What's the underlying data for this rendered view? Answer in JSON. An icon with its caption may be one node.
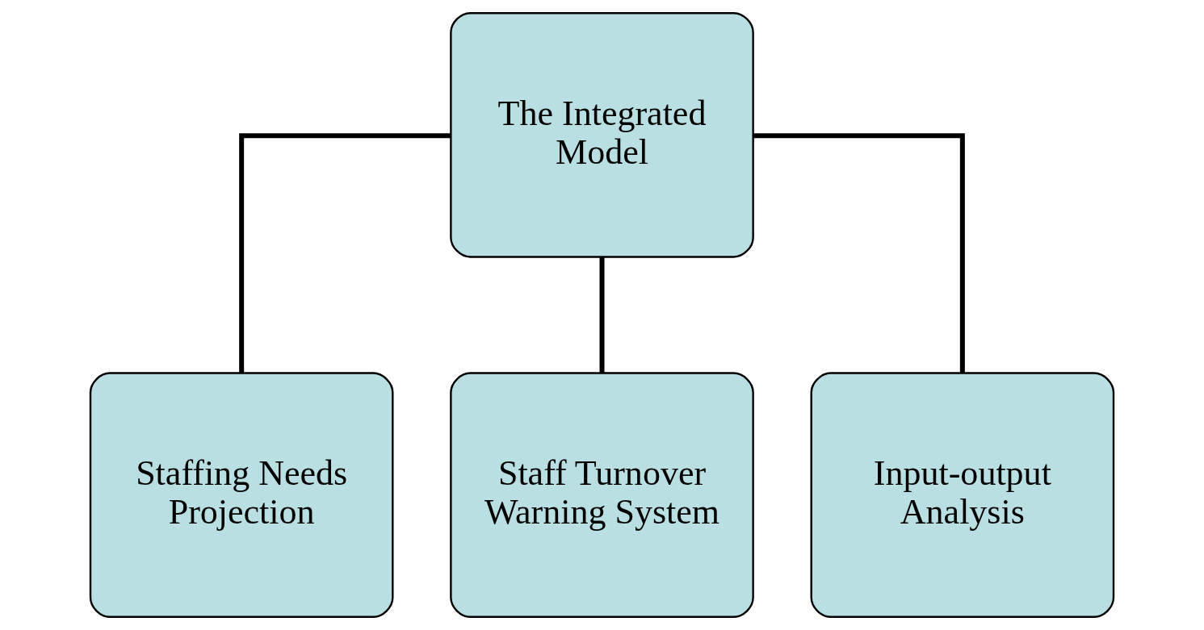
{
  "diagram": {
    "nodes": [
      {
        "text": [
          "The Integrated Model"
        ]
      },
      {
        "text": [
          "Staffing Needs Projection"
        ]
      },
      {
        "text": [
          "Staff Turnover Warning System"
        ]
      },
      {
        "text": [
          "Input-output Analysis"
        ]
      }
    ],
    "edges": [
      {
        "from": 0,
        "to": 1,
        "arrow": "none"
      },
      {
        "from": 0,
        "to": 2,
        "arrow": "none"
      },
      {
        "from": 0,
        "to": 3,
        "arrow": "none"
      }
    ]
  }
}
